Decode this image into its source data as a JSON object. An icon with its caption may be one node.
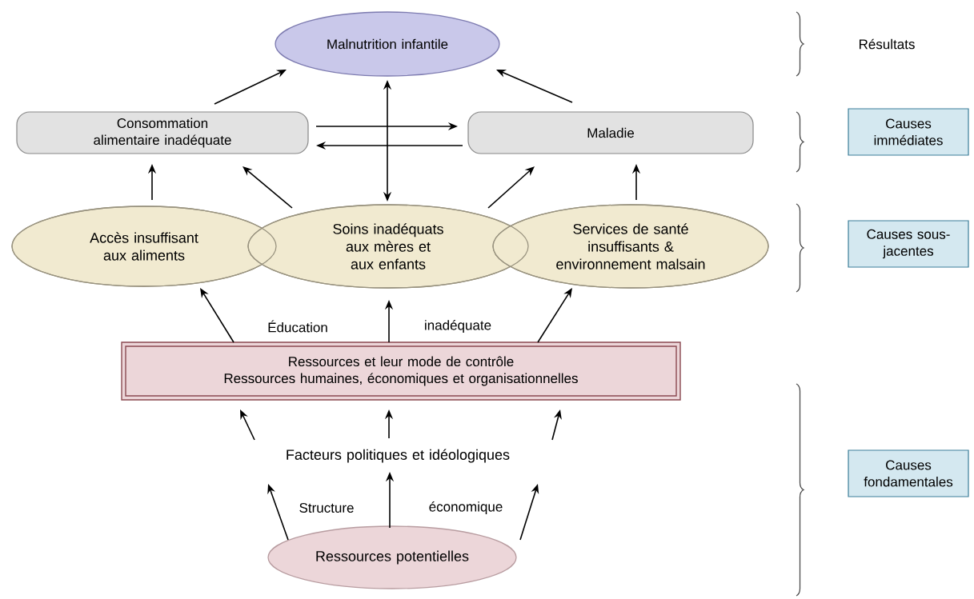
{
  "diagram": {
    "nodes": [
      {
        "text": [
          "Malnutrition infantile"
        ]
      },
      {
        "text": [
          "Consommation alimentaire inadéquate"
        ]
      },
      {
        "text": [
          "Maladie"
        ]
      },
      {
        "text": [
          "Accès insuffisant aux aliments"
        ]
      },
      {
        "text": [
          "Soins inadéquats aux mères et aux enfants"
        ]
      },
      {
        "text": [
          "Services de santé insuffisants & environnement malsain"
        ]
      },
      {
        "text": [
          "Ressources et leur mode de contrôle",
          "Ressources humaines, économiques et organisationnelles"
        ]
      },
      {
        "text": [
          "Facteurs politiques et idéologiques"
        ]
      },
      {
        "text": [
          "Ressources potentielles"
        ]
      },
      {
        "text": [
          "Causes immédiates"
        ]
      },
      {
        "text": [
          "Causes sous-jacentes"
        ]
      },
      {
        "text": [
          "Causes fondamentales"
        ]
      }
    ],
    "edges": [
      {
        "from": 1,
        "to": 0,
        "arrow": "to"
      },
      {
        "from": 2,
        "to": 0,
        "arrow": "to"
      },
      {
        "from": 0,
        "to": 4,
        "arrow": "both"
      },
      {
        "from": 1,
        "to": 2,
        "arrow": "to"
      },
      {
        "from": 2,
        "to": 1,
        "arrow": "to"
      },
      {
        "from": 3,
        "to": 1,
        "arrow": "to"
      },
      {
        "from": 4,
        "to": 1,
        "arrow": "to"
      },
      {
        "from": 4,
        "to": 2,
        "arrow": "to"
      },
      {
        "from": 5,
        "to": 2,
        "arrow": "to"
      },
      {
        "from": 6,
        "to": 3,
        "arrow": "to"
      },
      {
        "from": 6,
        "to": 4,
        "arrow": "to"
      },
      {
        "from": 6,
        "to": 5,
        "arrow": "to"
      },
      {
        "from": 7,
        "to": 6,
        "arrow": "to"
      },
      {
        "from": 7,
        "to": 6,
        "arrow": "to"
      },
      {
        "from": 7,
        "to": 6,
        "arrow": "to"
      },
      {
        "from": 8,
        "to": 7,
        "arrow": "to"
      },
      {
        "from": 8,
        "to": 7,
        "arrow": "to"
      },
      {
        "from": 8,
        "to": 7,
        "arrow": "to"
      }
    ],
    "labels": [
      "Résultats",
      "Éducation",
      "inadéquate",
      "Structure",
      "économique"
    ]
  }
}
